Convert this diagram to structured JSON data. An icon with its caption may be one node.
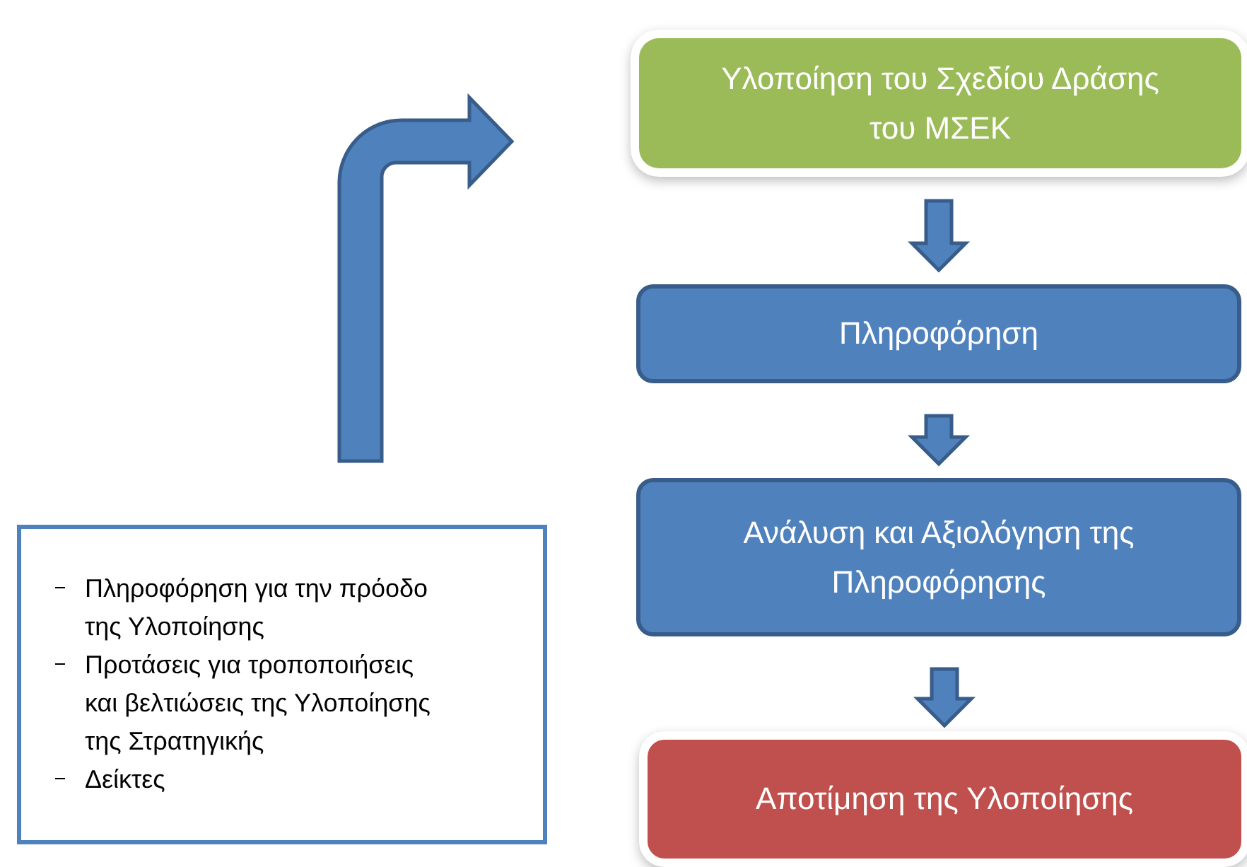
{
  "diagram": {
    "nodes": [
      {
        "text": [
          "Υλοποίηση του Σχεδίου Δράσης του ΜΣΕΚ"
        ]
      },
      {
        "text": [
          "Πληροφόρηση"
        ]
      },
      {
        "text": [
          "Ανάλυση και Αξιολόγηση της Πληροφόρησης"
        ]
      },
      {
        "text": [
          "Αποτίμηση της Υλοποίησης"
        ]
      },
      {
        "text": [
          "Πληροφόρηση για την πρόοδο της Υλοποίησης",
          "Προτάσεις για τροποποιήσεις και βελτιώσεις της Υλοποίησης της Στρατηγικής",
          "Δείκτες"
        ]
      }
    ],
    "edges": [
      {
        "from": 0,
        "to": 1,
        "arrow": "to"
      },
      {
        "from": 1,
        "to": 2,
        "arrow": "to"
      },
      {
        "from": 2,
        "to": 3,
        "arrow": "to"
      },
      {
        "from": 4,
        "to": 0,
        "arrow": "to"
      }
    ]
  }
}
